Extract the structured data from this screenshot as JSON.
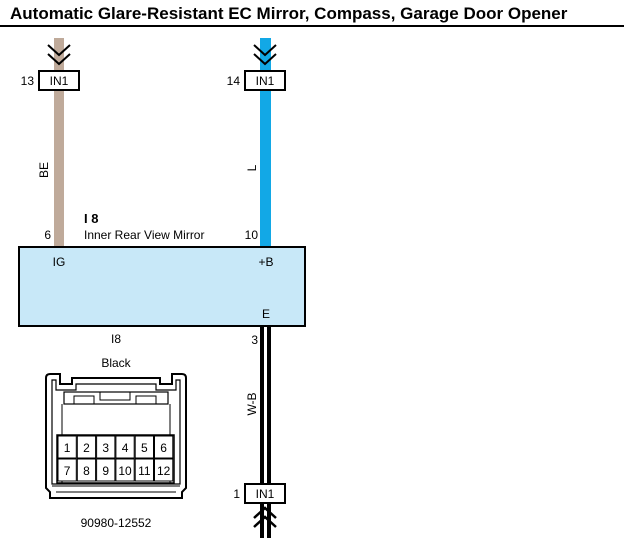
{
  "title": "Automatic Glare-Resistant EC Mirror, Compass, Garage Door Opener",
  "connectors_in": {
    "left": {
      "pin": "13",
      "label": "IN1"
    },
    "right": {
      "pin": "14",
      "label": "IN1"
    },
    "bottom": {
      "pin": "1",
      "label": "IN1"
    }
  },
  "wires": {
    "be": {
      "label": "BE",
      "color": "#bfaa9a"
    },
    "l": {
      "label": "L",
      "color": "#12a8e6"
    },
    "w_b": {
      "label": "W-B",
      "color": "#000000",
      "stripe": "#ffffff"
    }
  },
  "component": {
    "id": "I 8",
    "name": "Inner Rear View Mirror",
    "fill": "#c8e8f8",
    "pin_ig_number": "6",
    "pin_ig_label": "IG",
    "pin_b_number": "10",
    "pin_b_label": "+B",
    "pin_e_number": "3",
    "pin_e_label": "E"
  },
  "connector_view": {
    "id": "I8",
    "color_label": "Black",
    "part_number": "90980-12552",
    "pins_row1": [
      "1",
      "2",
      "3",
      "4",
      "5",
      "6"
    ],
    "pins_row2": [
      "7",
      "8",
      "9",
      "10",
      "11",
      "12"
    ]
  }
}
